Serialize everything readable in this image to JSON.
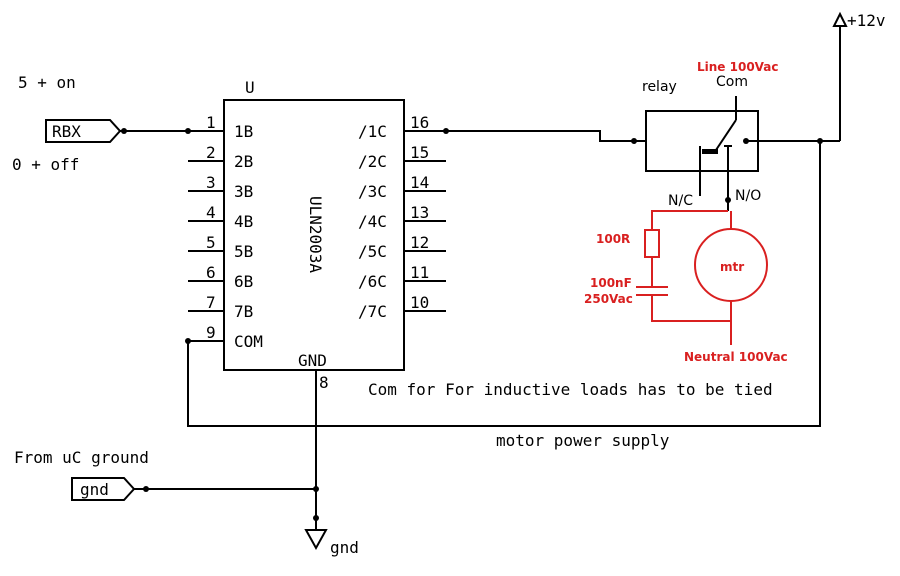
{
  "colors": {
    "wire": "#000000",
    "ac_circuit": "#d92020",
    "background": "#ffffff"
  },
  "notes": {
    "five_on": "5 + on",
    "zero_off": "0 + off",
    "inductive": "Com for For inductive loads has to be tied",
    "motor_supply": "motor power supply",
    "uc_ground": "From uC ground"
  },
  "ports": {
    "rbx": "RBX",
    "gnd": "gnd"
  },
  "ic": {
    "ref": "U",
    "part": "ULN2003A",
    "gnd_label": "GND",
    "gnd_pin": "8",
    "com_pin": "9",
    "com_label": "COM",
    "inputs": [
      {
        "pin": "1",
        "label": "1B"
      },
      {
        "pin": "2",
        "label": "2B"
      },
      {
        "pin": "3",
        "label": "3B"
      },
      {
        "pin": "4",
        "label": "4B"
      },
      {
        "pin": "5",
        "label": "5B"
      },
      {
        "pin": "6",
        "label": "6B"
      },
      {
        "pin": "7",
        "label": "7B"
      }
    ],
    "outputs": [
      {
        "pin": "16",
        "label": "/1C"
      },
      {
        "pin": "15",
        "label": "/2C"
      },
      {
        "pin": "14",
        "label": "/3C"
      },
      {
        "pin": "13",
        "label": "/4C"
      },
      {
        "pin": "12",
        "label": "/5C"
      },
      {
        "pin": "11",
        "label": "/6C"
      },
      {
        "pin": "10",
        "label": "/7C"
      }
    ]
  },
  "relay": {
    "label": "relay",
    "com": "Com",
    "nc": "N/C",
    "no": "N/O",
    "line": "Line 100Vac"
  },
  "power": {
    "v12": "+12v",
    "ground": "gnd"
  },
  "ac": {
    "resistor": "100R",
    "cap_value": "100nF",
    "cap_rating": "250Vac",
    "motor": "mtr",
    "neutral": "Neutral 100Vac"
  }
}
